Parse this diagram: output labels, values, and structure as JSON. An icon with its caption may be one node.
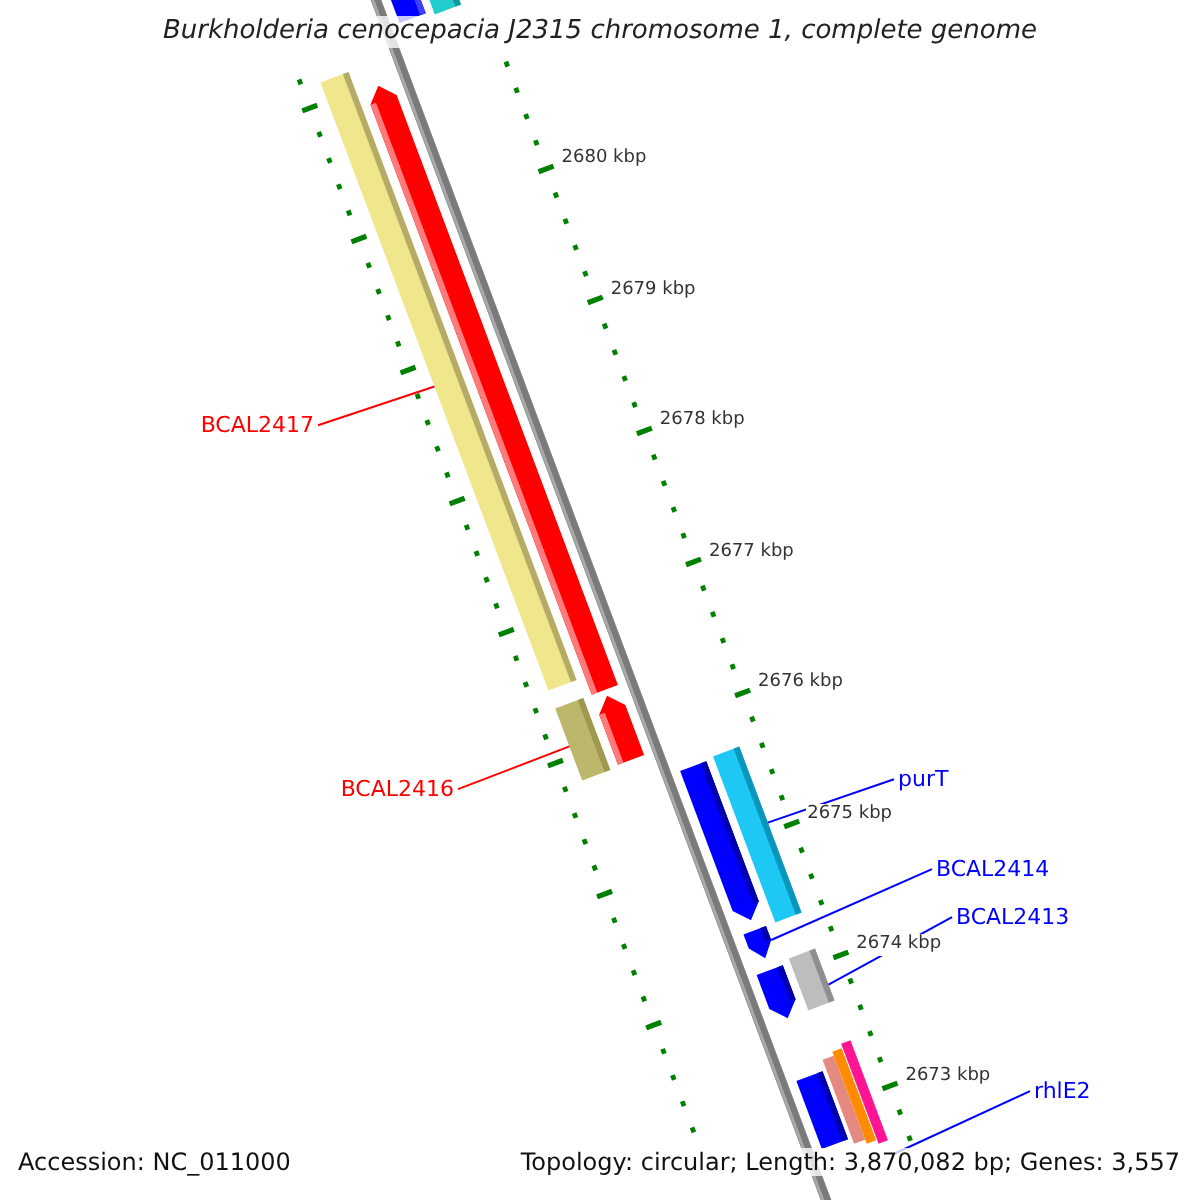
{
  "diagram": {
    "title": "Burkholderia cenocepacia J2315 chromosome 1, complete genome",
    "nodes": [
      {
        "text": [
          "BCAL2417"
        ]
      },
      {
        "text": [],
        "shape": "bar"
      },
      {
        "text": [
          "BCAL2416"
        ]
      },
      {
        "text": [],
        "shape": "bar"
      },
      {
        "text": [
          "purT"
        ]
      },
      {
        "text": [],
        "shape": "bar"
      },
      {
        "text": [
          "BCAL2414"
        ]
      },
      {
        "text": [],
        "shape": "bar"
      },
      {
        "text": [
          "BCAL2413"
        ]
      },
      {
        "text": [],
        "shape": "bar"
      },
      {
        "text": [
          "rhlE2"
        ]
      },
      {
        "text": [],
        "shape": "bar"
      }
    ],
    "edges": [
      {
        "from": 0,
        "to": 1,
        "arrow": "none",
        "color": "#ff0000"
      },
      {
        "from": 2,
        "to": 3,
        "arrow": "none",
        "color": "#ff0000"
      },
      {
        "from": 4,
        "to": 5,
        "arrow": "none"
      },
      {
        "from": 6,
        "to": 7,
        "arrow": "none"
      },
      {
        "from": 8,
        "to": 9,
        "arrow": "none"
      },
      {
        "from": 10,
        "to": 11,
        "arrow": "none"
      }
    ],
    "labels": [
      "2680 kbp",
      "2679 kbp",
      "2678 kbp",
      "2677 kbp",
      "2676 kbp",
      "2675 kbp",
      "2674 kbp",
      "2673 kbp",
      "Accession: NC_011000",
      "Topology: circular; Length: 3,870,082 bp; Genes: 3,557"
    ]
  }
}
